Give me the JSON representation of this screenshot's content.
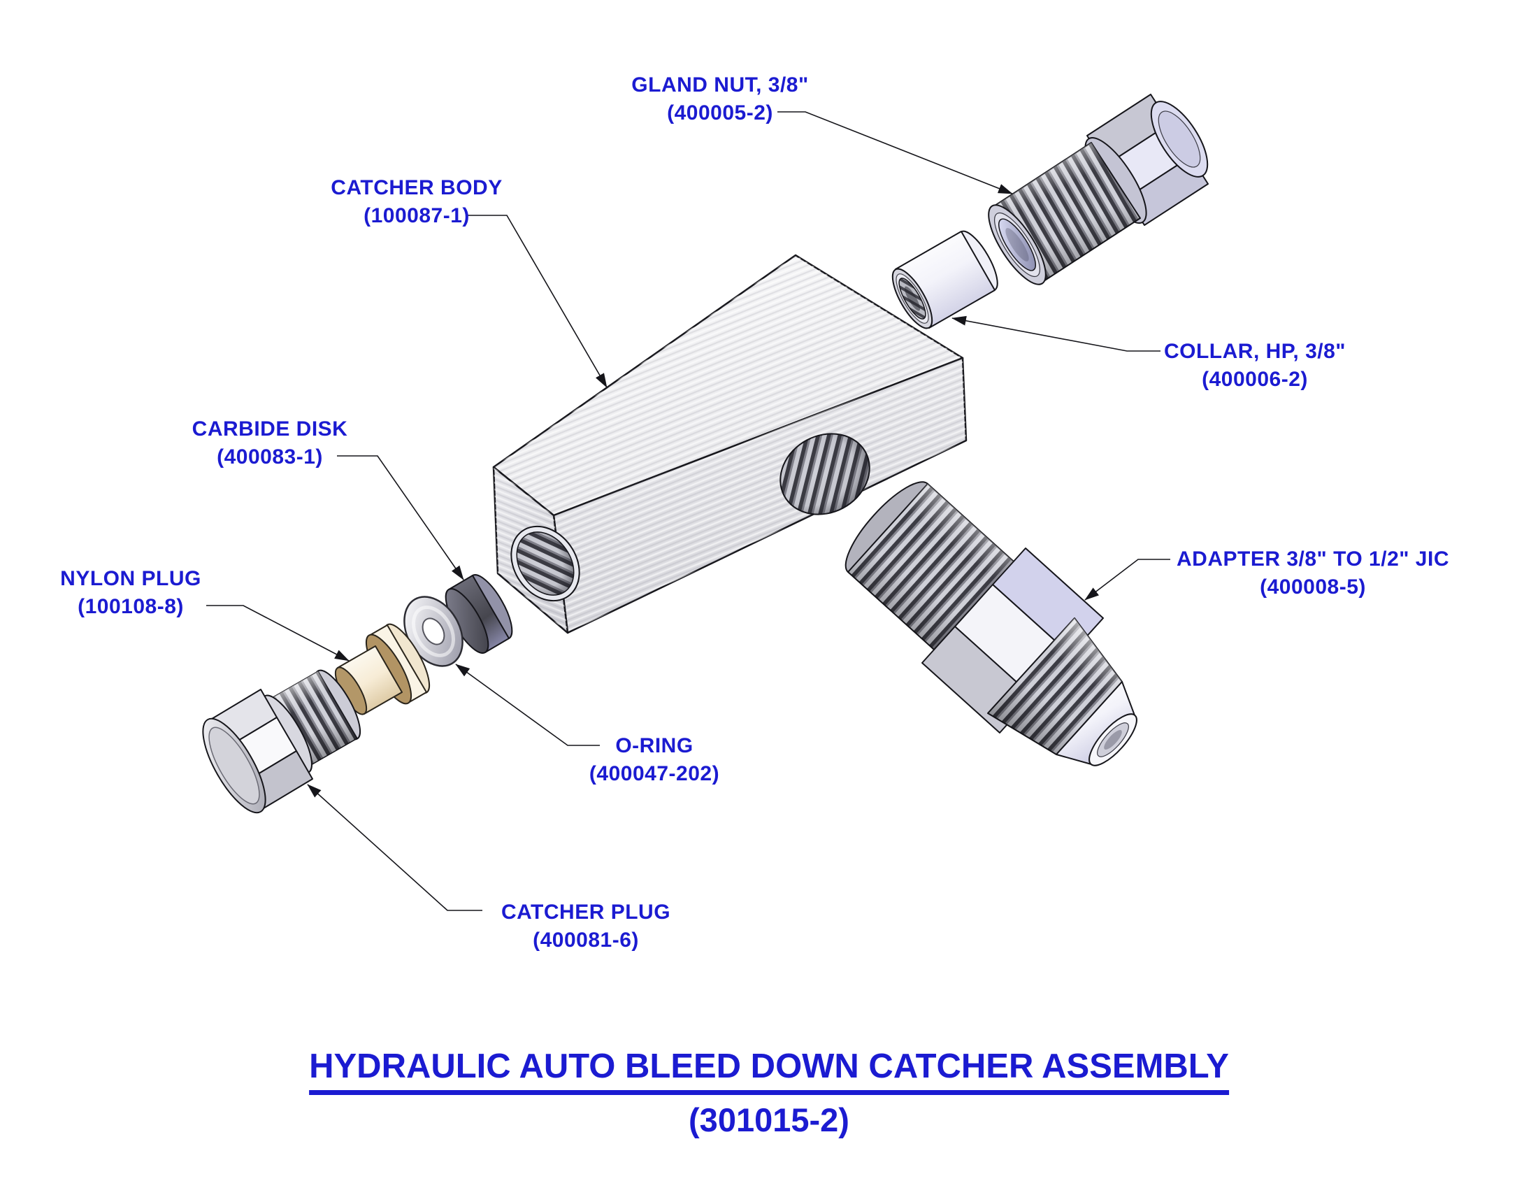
{
  "title": {
    "line1": "HYDRAULIC AUTO BLEED DOWN CATCHER ASSEMBLY",
    "line2": "(301015-2)"
  },
  "labels": {
    "gland_nut": {
      "name": "GLAND NUT, 3/8\"",
      "part_number": "(400005-2)"
    },
    "catcher_body": {
      "name": "CATCHER BODY",
      "part_number": "(100087-1)"
    },
    "collar": {
      "name": "COLLAR, HP, 3/8\"",
      "part_number": "(400006-2)"
    },
    "carbide_disk": {
      "name": "CARBIDE DISK",
      "part_number": "(400083-1)"
    },
    "nylon_plug": {
      "name": "NYLON PLUG",
      "part_number": "(100108-8)"
    },
    "adapter": {
      "name": "ADAPTER 3/8\" TO 1/2\" JIC",
      "part_number": "(400008-5)"
    },
    "o_ring": {
      "name": "O-RING",
      "part_number": "(400047-202)"
    },
    "catcher_plug": {
      "name": "CATCHER PLUG",
      "part_number": "(400081-6)"
    }
  },
  "colors": {
    "label_blue": "#1B1BD1",
    "outline": "#15151A",
    "metal_light": "#ECECF2",
    "metal_lavender": "#D6D6F0",
    "thread_dark": "#3C3C44",
    "nylon_tan": "#B29464",
    "carbide_gray": "#55555E"
  }
}
